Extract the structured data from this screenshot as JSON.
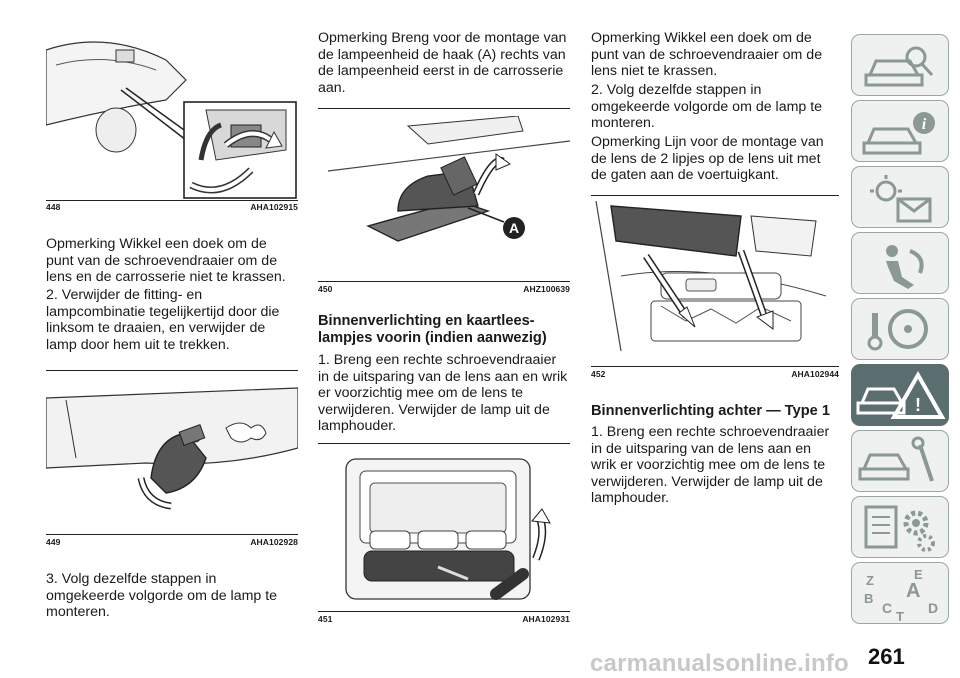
{
  "page_number": "261",
  "watermark": "carmanualsonline.info",
  "figures": [
    {
      "num": "448",
      "code": "AHA102915"
    },
    {
      "num": "449",
      "code": "AHA102928"
    },
    {
      "num": "450",
      "code": "AHZ100639"
    },
    {
      "num": "451",
      "code": "AHA102931"
    },
    {
      "num": "452",
      "code": "AHA102944"
    }
  ],
  "figure_labels": {
    "hook_label": "A"
  },
  "col1": {
    "p1": "Opmerking  Wikkel een doek om de punt van de schroevendraaier om de lens en de carrosserie niet te krassen.",
    "p2": "2. Verwijder de fitting- en lampcombinatie tegelijkertijd door die linksom te draaien, en verwijder de lamp door hem uit te trekken.",
    "p3": "3. Volg dezelfde stappen in omgekeerde volgorde om de lamp te monteren."
  },
  "col2": {
    "p1": "Opmerking  Breng voor de montage van de lampeenheid de haak (A) rechts van de lampeenheid eerst in de carrosserie aan.",
    "heading": "Binnenverlichting en kaartlees-lampjes voorin (indien aanwezig)",
    "p2": "1. Breng een rechte schroevendraaier in de uitsparing van de lens aan en wrik er voorzichtig mee om de lens te verwijderen. Verwijder de lamp uit de lamphouder."
  },
  "col3": {
    "p1": "Opmerking  Wikkel een doek om de punt van de schroevendraaier om de lens niet te krassen.",
    "p2": "2. Volg dezelfde stappen in omgekeerde volgorde om de lamp te monteren.",
    "p3": "Opmerking  Lijn voor de montage van de lens de 2 lipjes op de lens uit met de gaten aan de voertuigkant.",
    "heading": "Binnenverlichting achter — Type 1",
    "p4": "1. Breng een rechte schroevendraaier in de uitsparing van de lens aan en wrik er voorzichtig mee om de lens te verwijderen. Verwijder de lamp uit de lamphouder."
  },
  "tabs": [
    {
      "icon": "car-search-icon"
    },
    {
      "icon": "car-info-icon"
    },
    {
      "icon": "warning-lights-message-icon"
    },
    {
      "icon": "airbag-person-icon"
    },
    {
      "icon": "key-steering-wheel-icon"
    },
    {
      "icon": "car-breakdown-warning-icon",
      "active": true
    },
    {
      "icon": "car-tools-icon"
    },
    {
      "icon": "specifications-gear-icon"
    },
    {
      "icon": "alphabetical-index-icon"
    }
  ],
  "tab_index_letters": [
    "Z",
    "E",
    "A",
    "B",
    "C",
    "T",
    "D"
  ]
}
